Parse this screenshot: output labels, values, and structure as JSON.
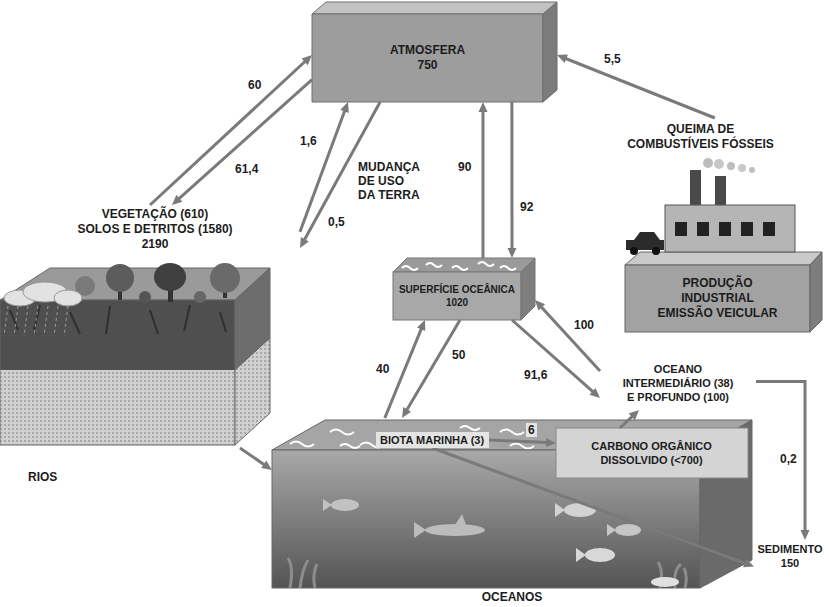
{
  "diagram": {
    "nodes": [
      {
        "text": [
          "ATMOSFERA",
          "750"
        ]
      },
      {
        "text": [
          "VEGETAÇÃO (610)",
          "SOLOS E DETRITOS (1580)",
          "2190"
        ]
      },
      {
        "text": [
          "SUPERFÍCIE OCEÂNICA",
          "1020"
        ]
      },
      {
        "text": [
          "QUEIMA DE COMBUSTÍVEIS FÓSSEIS",
          "PRODUÇÃO INDUSTRIAL",
          "EMISSÃO VEICULAR"
        ]
      },
      {
        "text": [
          "OCEANO INTERMEDIÁRIO (38) E PROFUNDO (100)"
        ]
      },
      {
        "text": [
          "OCEANOS"
        ]
      },
      {
        "text": [
          "BIOTA MARINHA (3)"
        ],
        "in": 5
      },
      {
        "text": [
          "CARBONO ORGÂNICO DISSOLVIDO (<700)"
        ],
        "in": 5
      },
      {
        "text": [
          "SEDIMENTO",
          "150"
        ]
      }
    ],
    "edges": [
      {
        "from": 1,
        "to": 0,
        "label": "60",
        "arrow": "to"
      },
      {
        "from": 0,
        "to": 1,
        "label": "61,4",
        "arrow": "to"
      },
      {
        "from": 1,
        "to": 0,
        "label": "1,6",
        "arrow": "to"
      },
      {
        "from": 0,
        "to": 1,
        "label": "0,5",
        "arrow": "to"
      },
      {
        "from": 2,
        "to": 0,
        "label": "90",
        "arrow": "to"
      },
      {
        "from": 0,
        "to": 2,
        "label": "92",
        "arrow": "to"
      },
      {
        "from": 3,
        "to": 0,
        "label": "5,5",
        "arrow": "to"
      },
      {
        "from": 5,
        "to": 2,
        "label": "40",
        "arrow": "to"
      },
      {
        "from": 2,
        "to": 5,
        "label": "50",
        "arrow": "to"
      },
      {
        "from": 2,
        "to": 4,
        "label": "91,6",
        "arrow": "to"
      },
      {
        "from": 4,
        "to": 2,
        "label": "100",
        "arrow": "to"
      },
      {
        "from": 4,
        "to": 8,
        "label": "0,2",
        "arrow": "to"
      },
      {
        "from": 6,
        "to": 7,
        "label": "6",
        "arrow": "to"
      },
      {
        "from": 6,
        "to": 8,
        "arrow": "to"
      },
      {
        "from": 7,
        "to": 4,
        "arrow": "to"
      },
      {
        "from": 1,
        "to": 5,
        "arrow": "to"
      }
    ],
    "labels": [
      "MUDANÇA DE USO DA TERRA",
      "RIOS"
    ]
  }
}
